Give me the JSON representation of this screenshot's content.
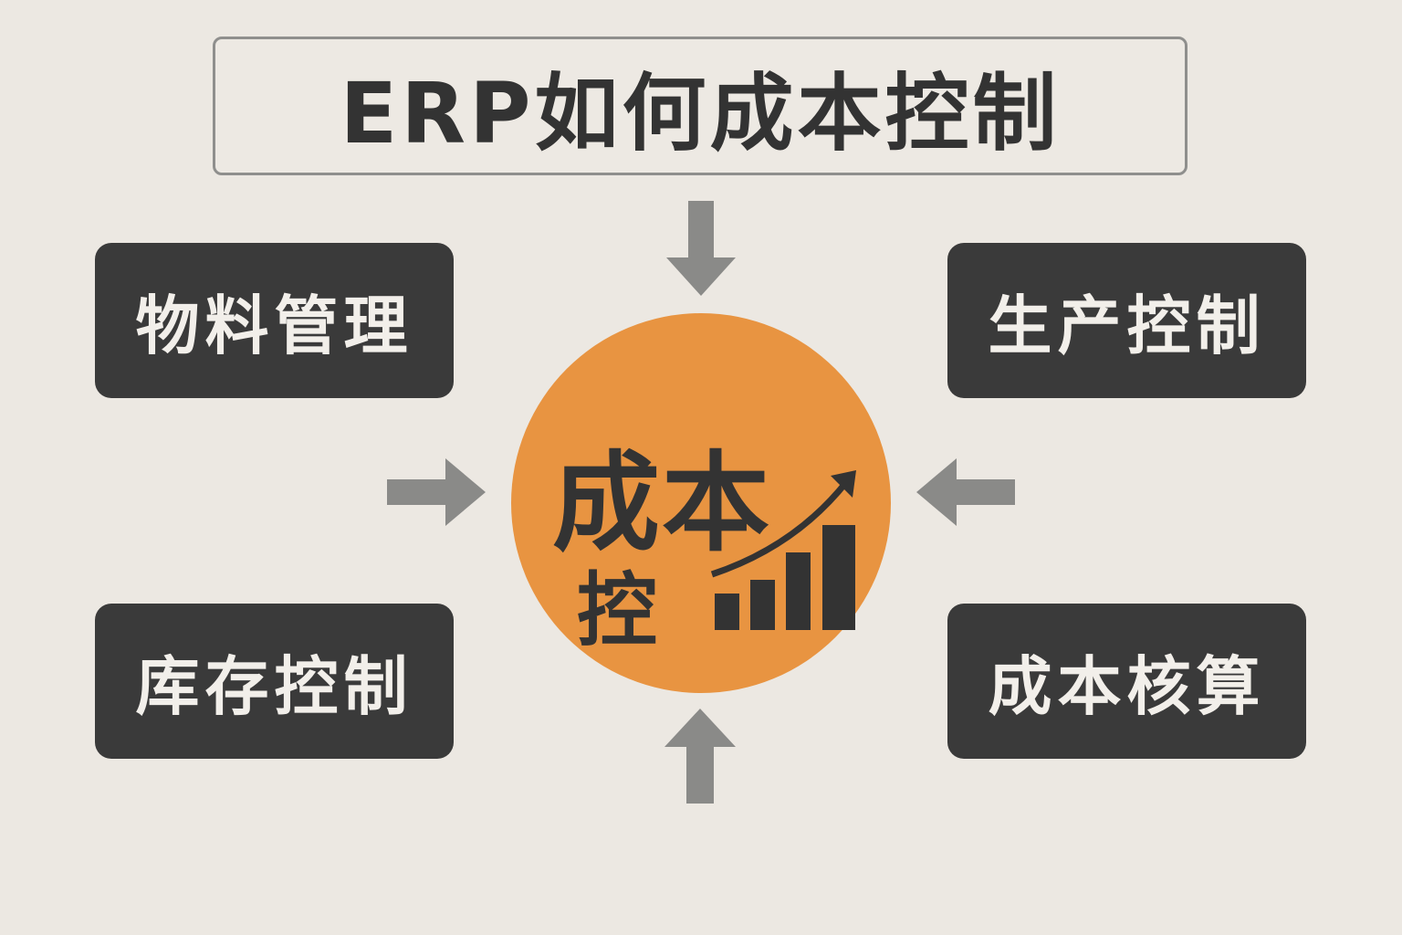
{
  "title": "ERP如何成本控制",
  "center": {
    "line1": "成本",
    "line2": "控",
    "icon": "growth-chart-icon",
    "color": "#e89441"
  },
  "modules": [
    {
      "label": "物料管理",
      "position": "top-left"
    },
    {
      "label": "生产控制",
      "position": "top-right"
    },
    {
      "label": "库存控制",
      "position": "bottom-left"
    },
    {
      "label": "成本核算",
      "position": "bottom-right"
    }
  ],
  "arrows": [
    "arrow-down-icon",
    "arrow-right-icon",
    "arrow-left-icon",
    "arrow-up-icon"
  ],
  "colors": {
    "background": "#ece8e2",
    "module_bg": "#3a3a3a",
    "module_text": "#f2efea",
    "arrow": "#8a8a88",
    "text_dark": "#333333"
  }
}
